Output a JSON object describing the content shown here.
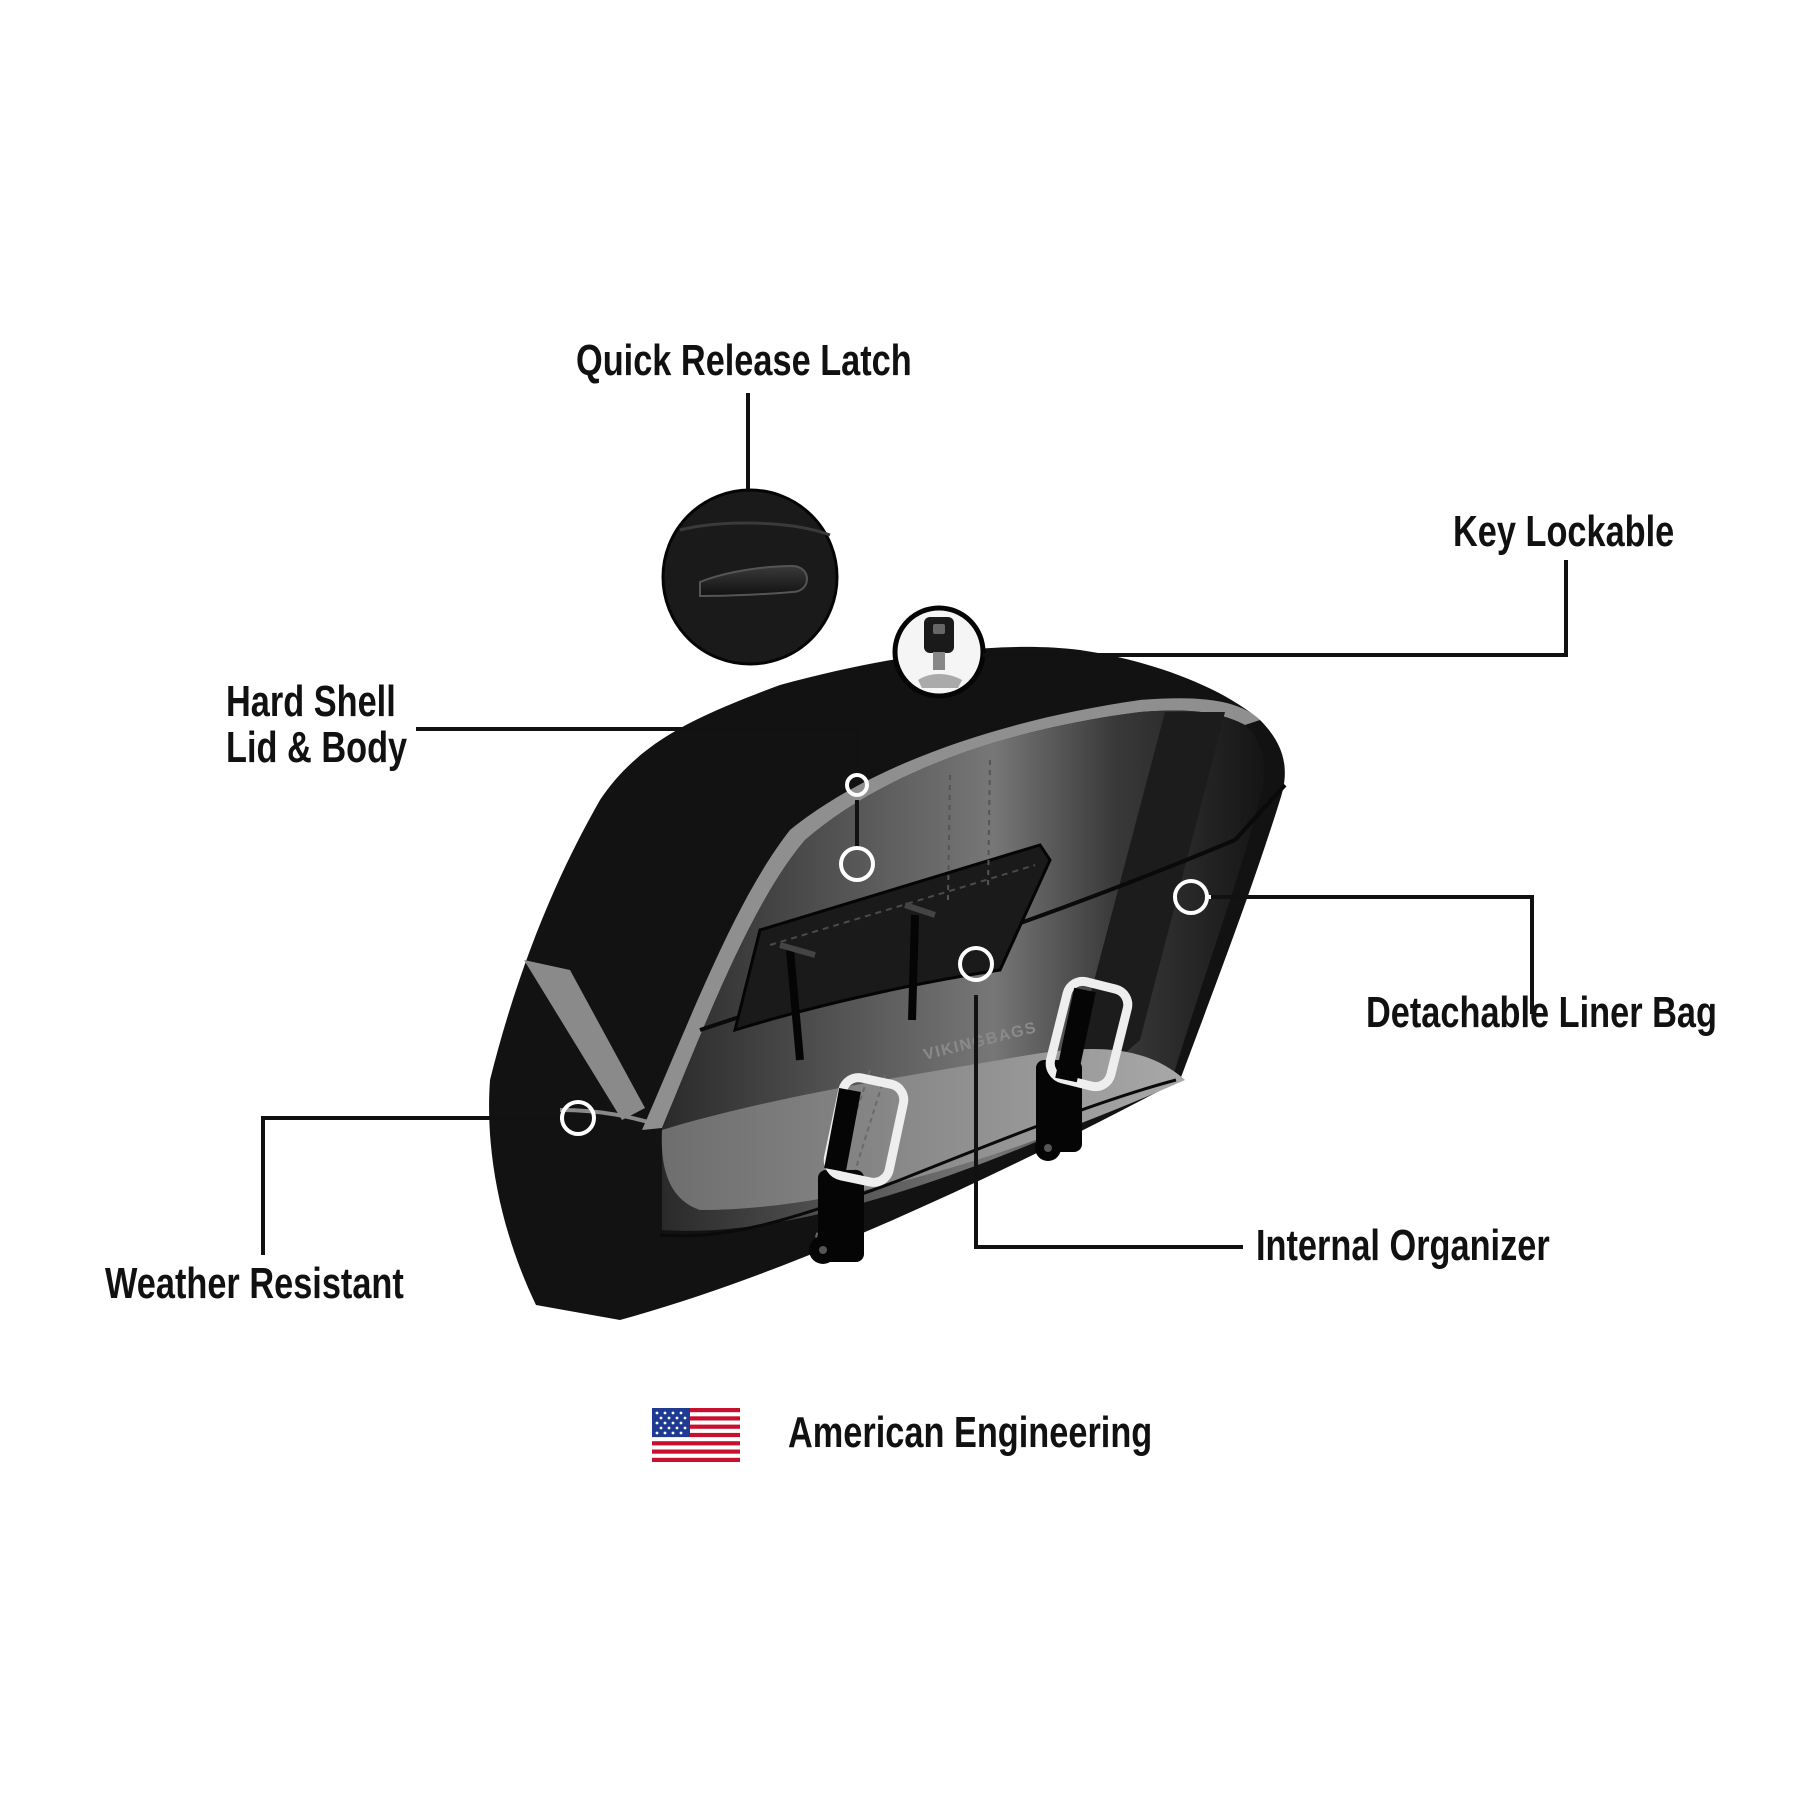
{
  "callouts": {
    "quick_release_latch": "Quick Release Latch",
    "key_lockable": "Key Lockable",
    "hard_shell_line1": "Hard Shell",
    "hard_shell_line2": "Lid & Body",
    "detachable_liner_bag": "Detachable Liner Bag",
    "weather_resistant": "Weather Resistant",
    "internal_organizer": "Internal Organizer"
  },
  "footer": {
    "origin_text": "American Engineering"
  },
  "bag": {
    "watermark": "VIKINGBAGS"
  },
  "colors": {
    "shell_black": "#121212",
    "shell_trim": "#8a8a8a",
    "leader_line": "#111111",
    "flag_red": "#c8102e",
    "flag_blue": "#1f3a93"
  }
}
